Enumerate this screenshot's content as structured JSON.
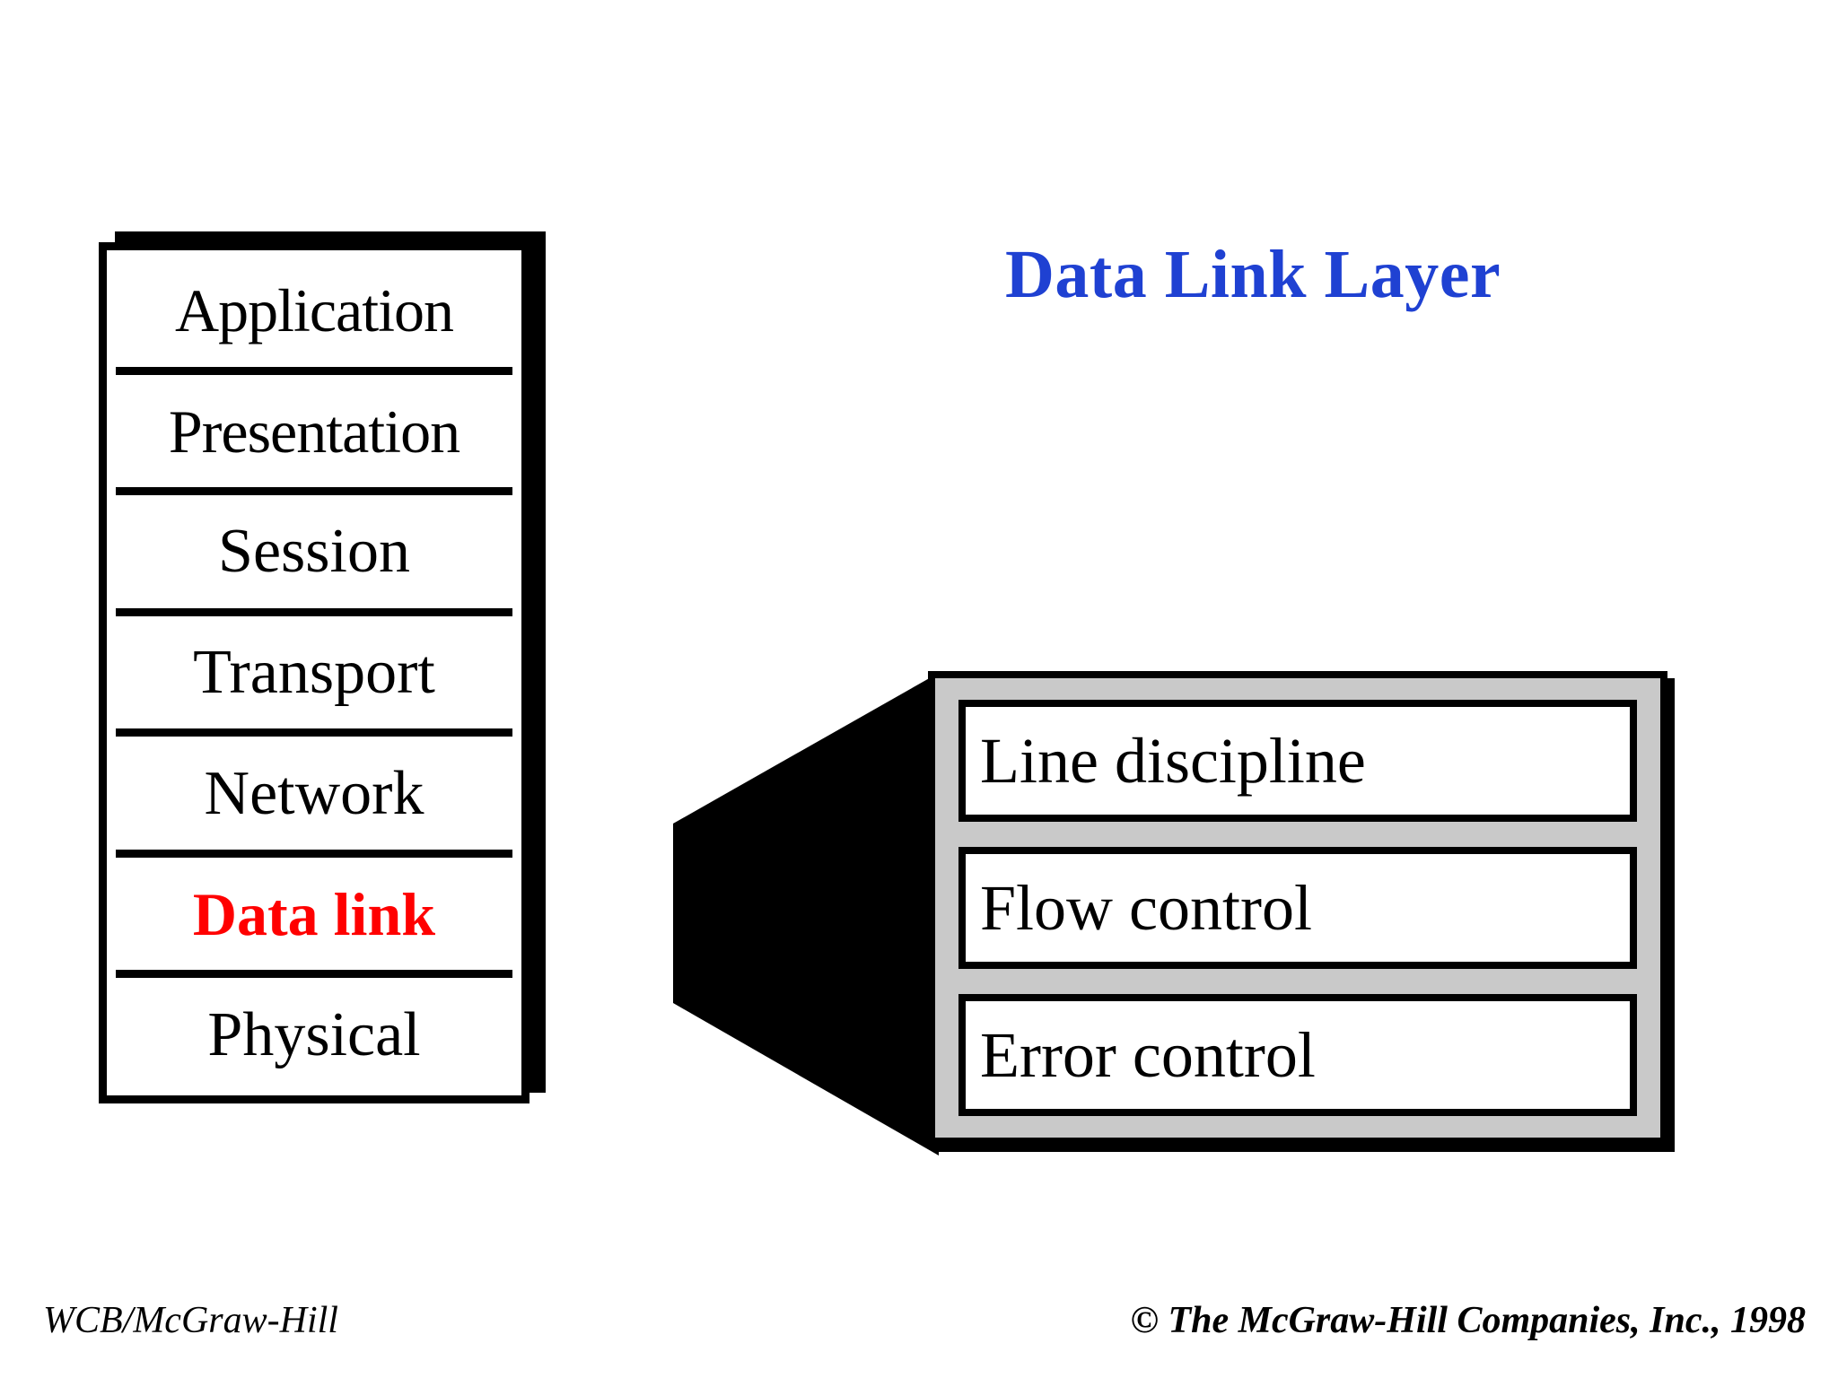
{
  "slide": {
    "title": "Data Link Layer",
    "title_color": "#1F41D2",
    "background_color": "#FFFFFF"
  },
  "osi_stack": {
    "name": "OSI layer stack",
    "highlight_color": "#FF0000",
    "layers": [
      {
        "label": "Application",
        "highlighted": false
      },
      {
        "label": "Presentation",
        "highlighted": false
      },
      {
        "label": "Session",
        "highlighted": false
      },
      {
        "label": "Transport",
        "highlighted": false
      },
      {
        "label": "Network",
        "highlighted": false
      },
      {
        "label": "Data link",
        "highlighted": true
      },
      {
        "label": "Physical",
        "highlighted": false
      }
    ]
  },
  "detail_panel": {
    "name": "Data link layer functions",
    "panel_color": "#C9C9C9",
    "items": [
      {
        "label": "Line discipline"
      },
      {
        "label": "Flow control"
      },
      {
        "label": "Error control"
      }
    ]
  },
  "connector": {
    "name": "expansion-wedge",
    "color": "#000000"
  },
  "footer": {
    "left": "WCB/McGraw-Hill",
    "right": "© The McGraw-Hill Companies, Inc., 1998"
  }
}
